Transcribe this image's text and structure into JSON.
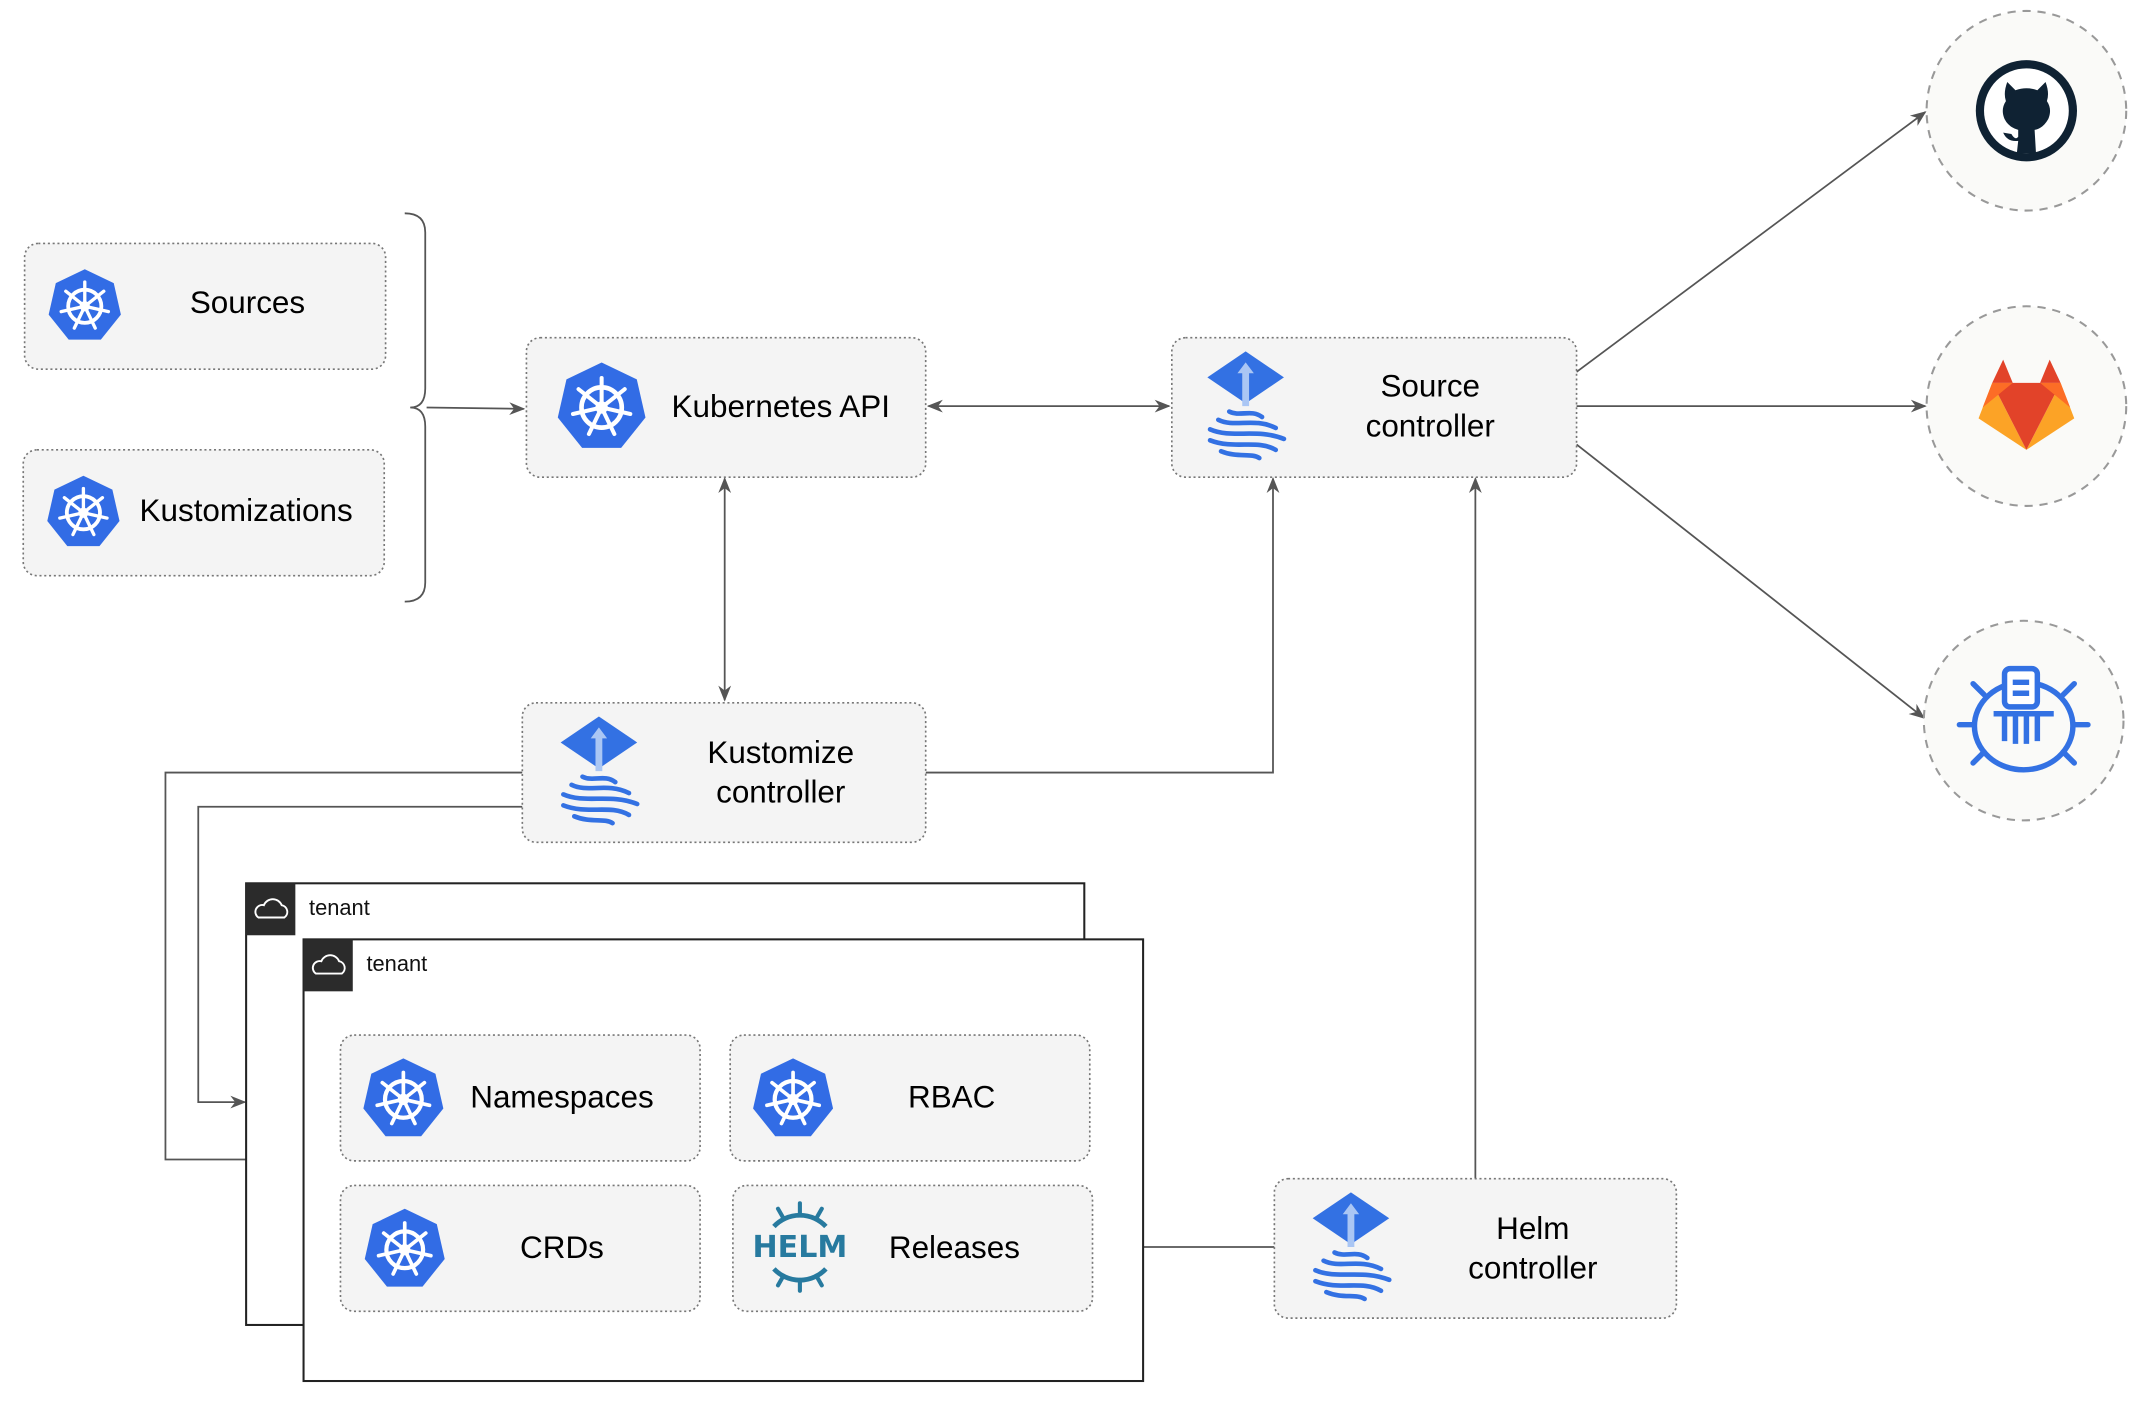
{
  "nodes": {
    "sources": "Sources",
    "kustomizations": "Kustomizations",
    "kubernetes_api": "Kubernetes API",
    "source_controller": [
      "Source",
      "controller"
    ],
    "kustomize_controller": [
      "Kustomize",
      "controller"
    ],
    "helm_controller": [
      "Helm",
      "controller"
    ],
    "namespaces": "Namespaces",
    "rbac": "RBAC",
    "crds": "CRDs",
    "releases": "Releases"
  },
  "tenants": [
    "tenant",
    "tenant"
  ],
  "helm_logo_text": "HELM",
  "external_sources": [
    "github-icon",
    "gitlab-icon",
    "bucket-icon"
  ],
  "colors": {
    "kubernetes_blue": "#326ce5",
    "flux_blue": "#3371e3",
    "helm_blue": "#277a9f",
    "github_dark": "#0f2233",
    "gitlab_orange": "#e24329",
    "gitlab_light": "#fca326",
    "node_fill": "#f4f4f4",
    "edge": "#555555"
  }
}
